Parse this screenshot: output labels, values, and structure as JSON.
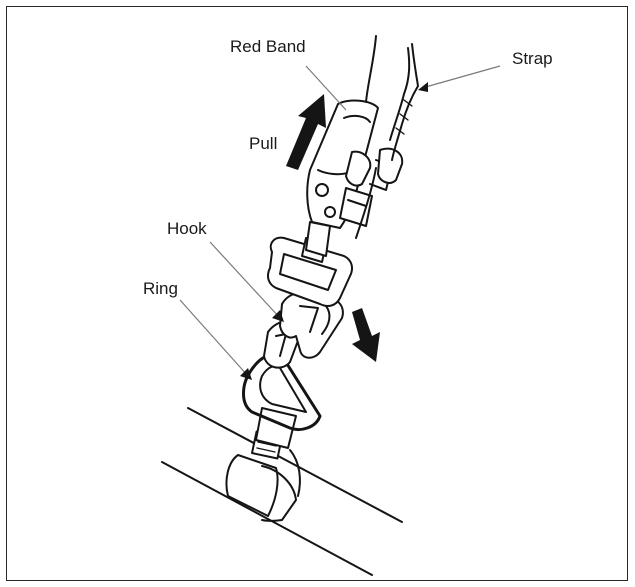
{
  "labels": {
    "red_band": "Red Band",
    "strap": "Strap",
    "pull": "Pull",
    "hook": "Hook",
    "ring": "Ring"
  },
  "colors": {
    "ink": "#151515",
    "leader": "#7a7a7a",
    "frame": "#2a2a2a",
    "background": "#ffffff"
  }
}
